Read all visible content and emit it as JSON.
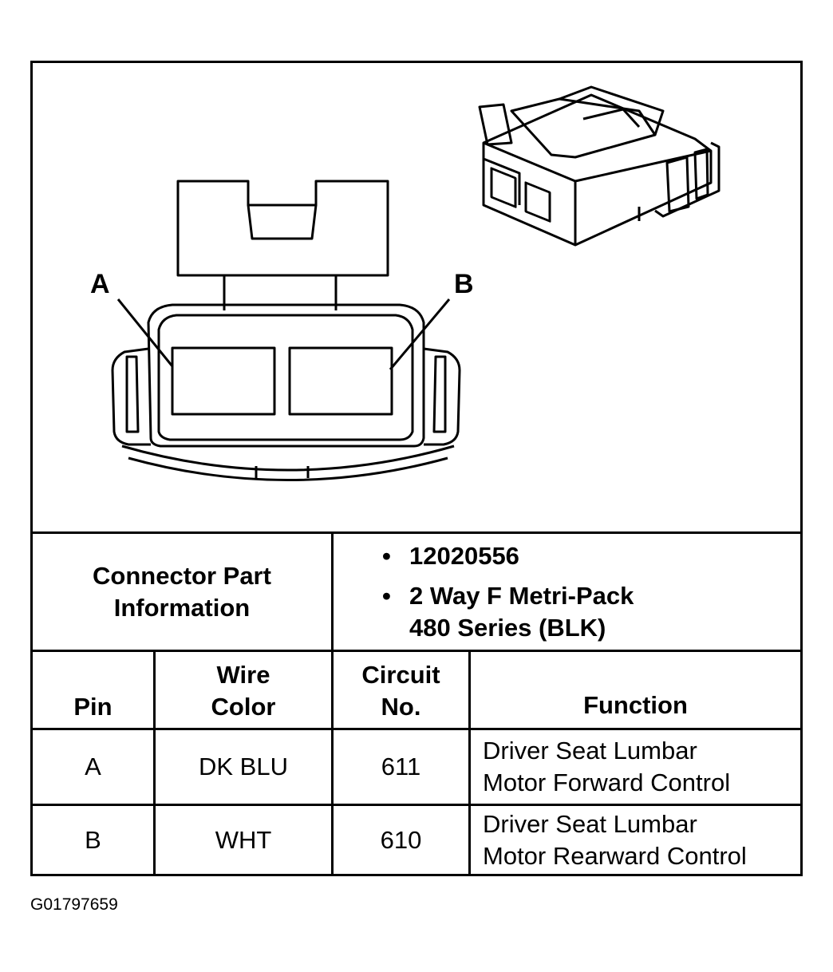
{
  "diagram": {
    "callout_a": "A",
    "callout_b": "B",
    "connector_face_icon": "connector-face-view",
    "connector_iso_icon": "connector-isometric-view"
  },
  "part_info": {
    "label_line1": "Connector Part",
    "label_line2": "Information",
    "bullets": [
      {
        "line1": "12020556",
        "line2": ""
      },
      {
        "line1": "2 Way F Metri-Pack",
        "line2": "480 Series (BLK)"
      }
    ]
  },
  "table": {
    "headers": {
      "pin": "Pin",
      "wire_line1": "Wire",
      "wire_line2": "Color",
      "circuit_line1": "Circuit",
      "circuit_line2": "No.",
      "function": "Function"
    },
    "rows": [
      {
        "pin": "A",
        "wire": "DK BLU",
        "circuit": "611",
        "function_line1": "Driver Seat Lumbar",
        "function_line2": "Motor Forward Control"
      },
      {
        "pin": "B",
        "wire": "WHT",
        "circuit": "610",
        "function_line1": "Driver Seat Lumbar",
        "function_line2": "Motor Rearward Control"
      }
    ]
  },
  "figure_id": "G01797659"
}
